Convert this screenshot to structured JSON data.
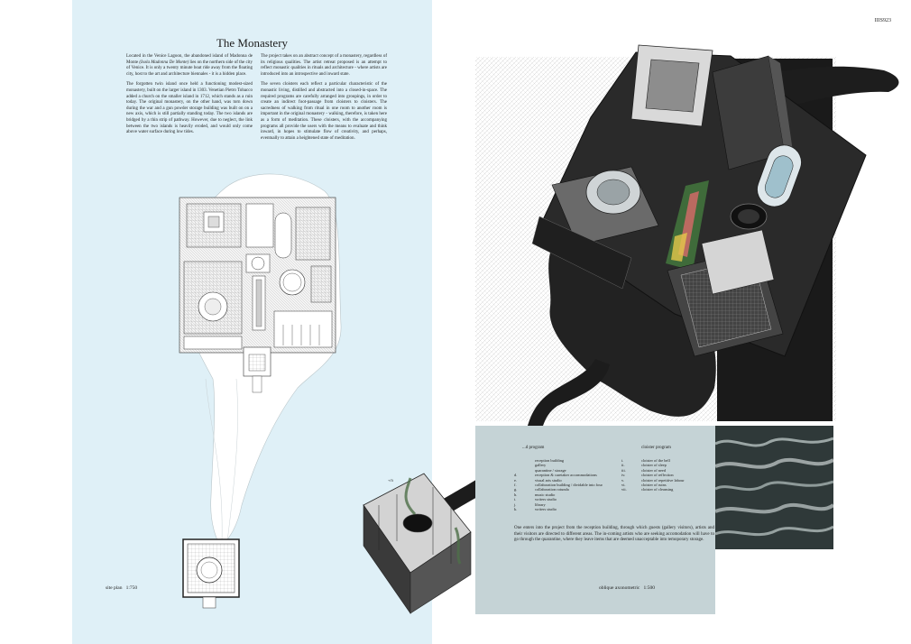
{
  "sheet_code": "IIIS923",
  "title": "The Monastery",
  "intro_col1": {
    "p1_before": "Located in the Venice Lagoon, the abandoned island of Madonna de Monte ",
    "p1_italic": "(Isola Madonna De Monte)",
    "p1_after": " lies on the northern side of the city of Venice. It is only a twenty minute boat ride away from the floating city, host to the art and architecture biennales - it is a hidden place.",
    "p2": "The forgotten twin island once held a functioning modest-sized monastery, built on the larger island in 1303. Venetian Pietro Tobacco added a church on the smaller island in 1712, which stands as a ruin today. The original monastery, on the other hand, was torn down during the war and a gun powder storage building was built on on a new axis, which is still partially standing today. The two islands are bridged by a thin strip of pathway. However, due to neglect, the link between the two islands is heavily eroded, and would only come above water surface during low tides."
  },
  "intro_col2": {
    "p1": "The project takes on an abstract concept of a monastery, regardless of its religious qualities. The artist retreat proposed is an attempt to reflect monastic qualities in rituals and architecture - where artists are introduced into an introspective and inward state.",
    "p2": "The seven cloisters each reflect a particular characteristic of the monastic living, distilled and abstracted into a closed-in-space. The required programs are carefully arranged into groupings, in order to create an indirect foot-passage from cloisters to cloisters. The sacredness of walking from ritual in one room to another room is important in the original monastery - walking, therefore, is taken here as a form of meditation. These cloisters, with the accompanying programs all provide the users with the means to evaluate and think inward, in hopes to stimulate flow of creativity, and perhaps, eventually to attain a heightened state of meditation."
  },
  "site_plan_label": "site plan",
  "site_plan_scale": "1:750",
  "axo_label": "oblique axonometric",
  "axo_scale": "1:500",
  "north_marker": "+/ft",
  "legend": {
    "left_header": "...d program",
    "right_header": "cloister program",
    "left_items": [
      {
        "key": "",
        "text": "reception building"
      },
      {
        "key": "",
        "text": "gallery"
      },
      {
        "key": "",
        "text": "quarantine / storage"
      },
      {
        "key": "d.",
        "text": "reception & caretaker accommodations"
      },
      {
        "key": "e.",
        "text": "visual arts studio"
      },
      {
        "key": "f.",
        "text": "collaboration building / dividable into four"
      },
      {
        "key": "g.",
        "text": "collaboration rotunda"
      },
      {
        "key": "h.",
        "text": "music studio"
      },
      {
        "key": "i.",
        "text": "writers studio"
      },
      {
        "key": "j.",
        "text": "library"
      },
      {
        "key": "k.",
        "text": "writers studio"
      }
    ],
    "right_items": [
      {
        "key": "i.",
        "text": "cloister of the bell"
      },
      {
        "key": "ii.",
        "text": "cloister of sleep"
      },
      {
        "key": "iii.",
        "text": "cloister of need"
      },
      {
        "key": "iv.",
        "text": "cloister of reflection"
      },
      {
        "key": "v.",
        "text": "cloister of repetitive labour"
      },
      {
        "key": "vi.",
        "text": "cloister of ruins"
      },
      {
        "key": "vii.",
        "text": "cloister of cleansing"
      }
    ],
    "paragraph": "One enters into the project from the reception building, through which guests (gallery visitors), artists and their visitors are directed to different areas. The in-coming artists who are seeking accomodation will have to go through the quarantine, where they leave items that are deemed unacceptable into temoporary storage."
  },
  "colors": {
    "panel_blue": "#dff0f7",
    "legend_grey": "#c5d3d6",
    "ink": "#1d1d1d",
    "dark_ground": "#1a1a1a"
  }
}
